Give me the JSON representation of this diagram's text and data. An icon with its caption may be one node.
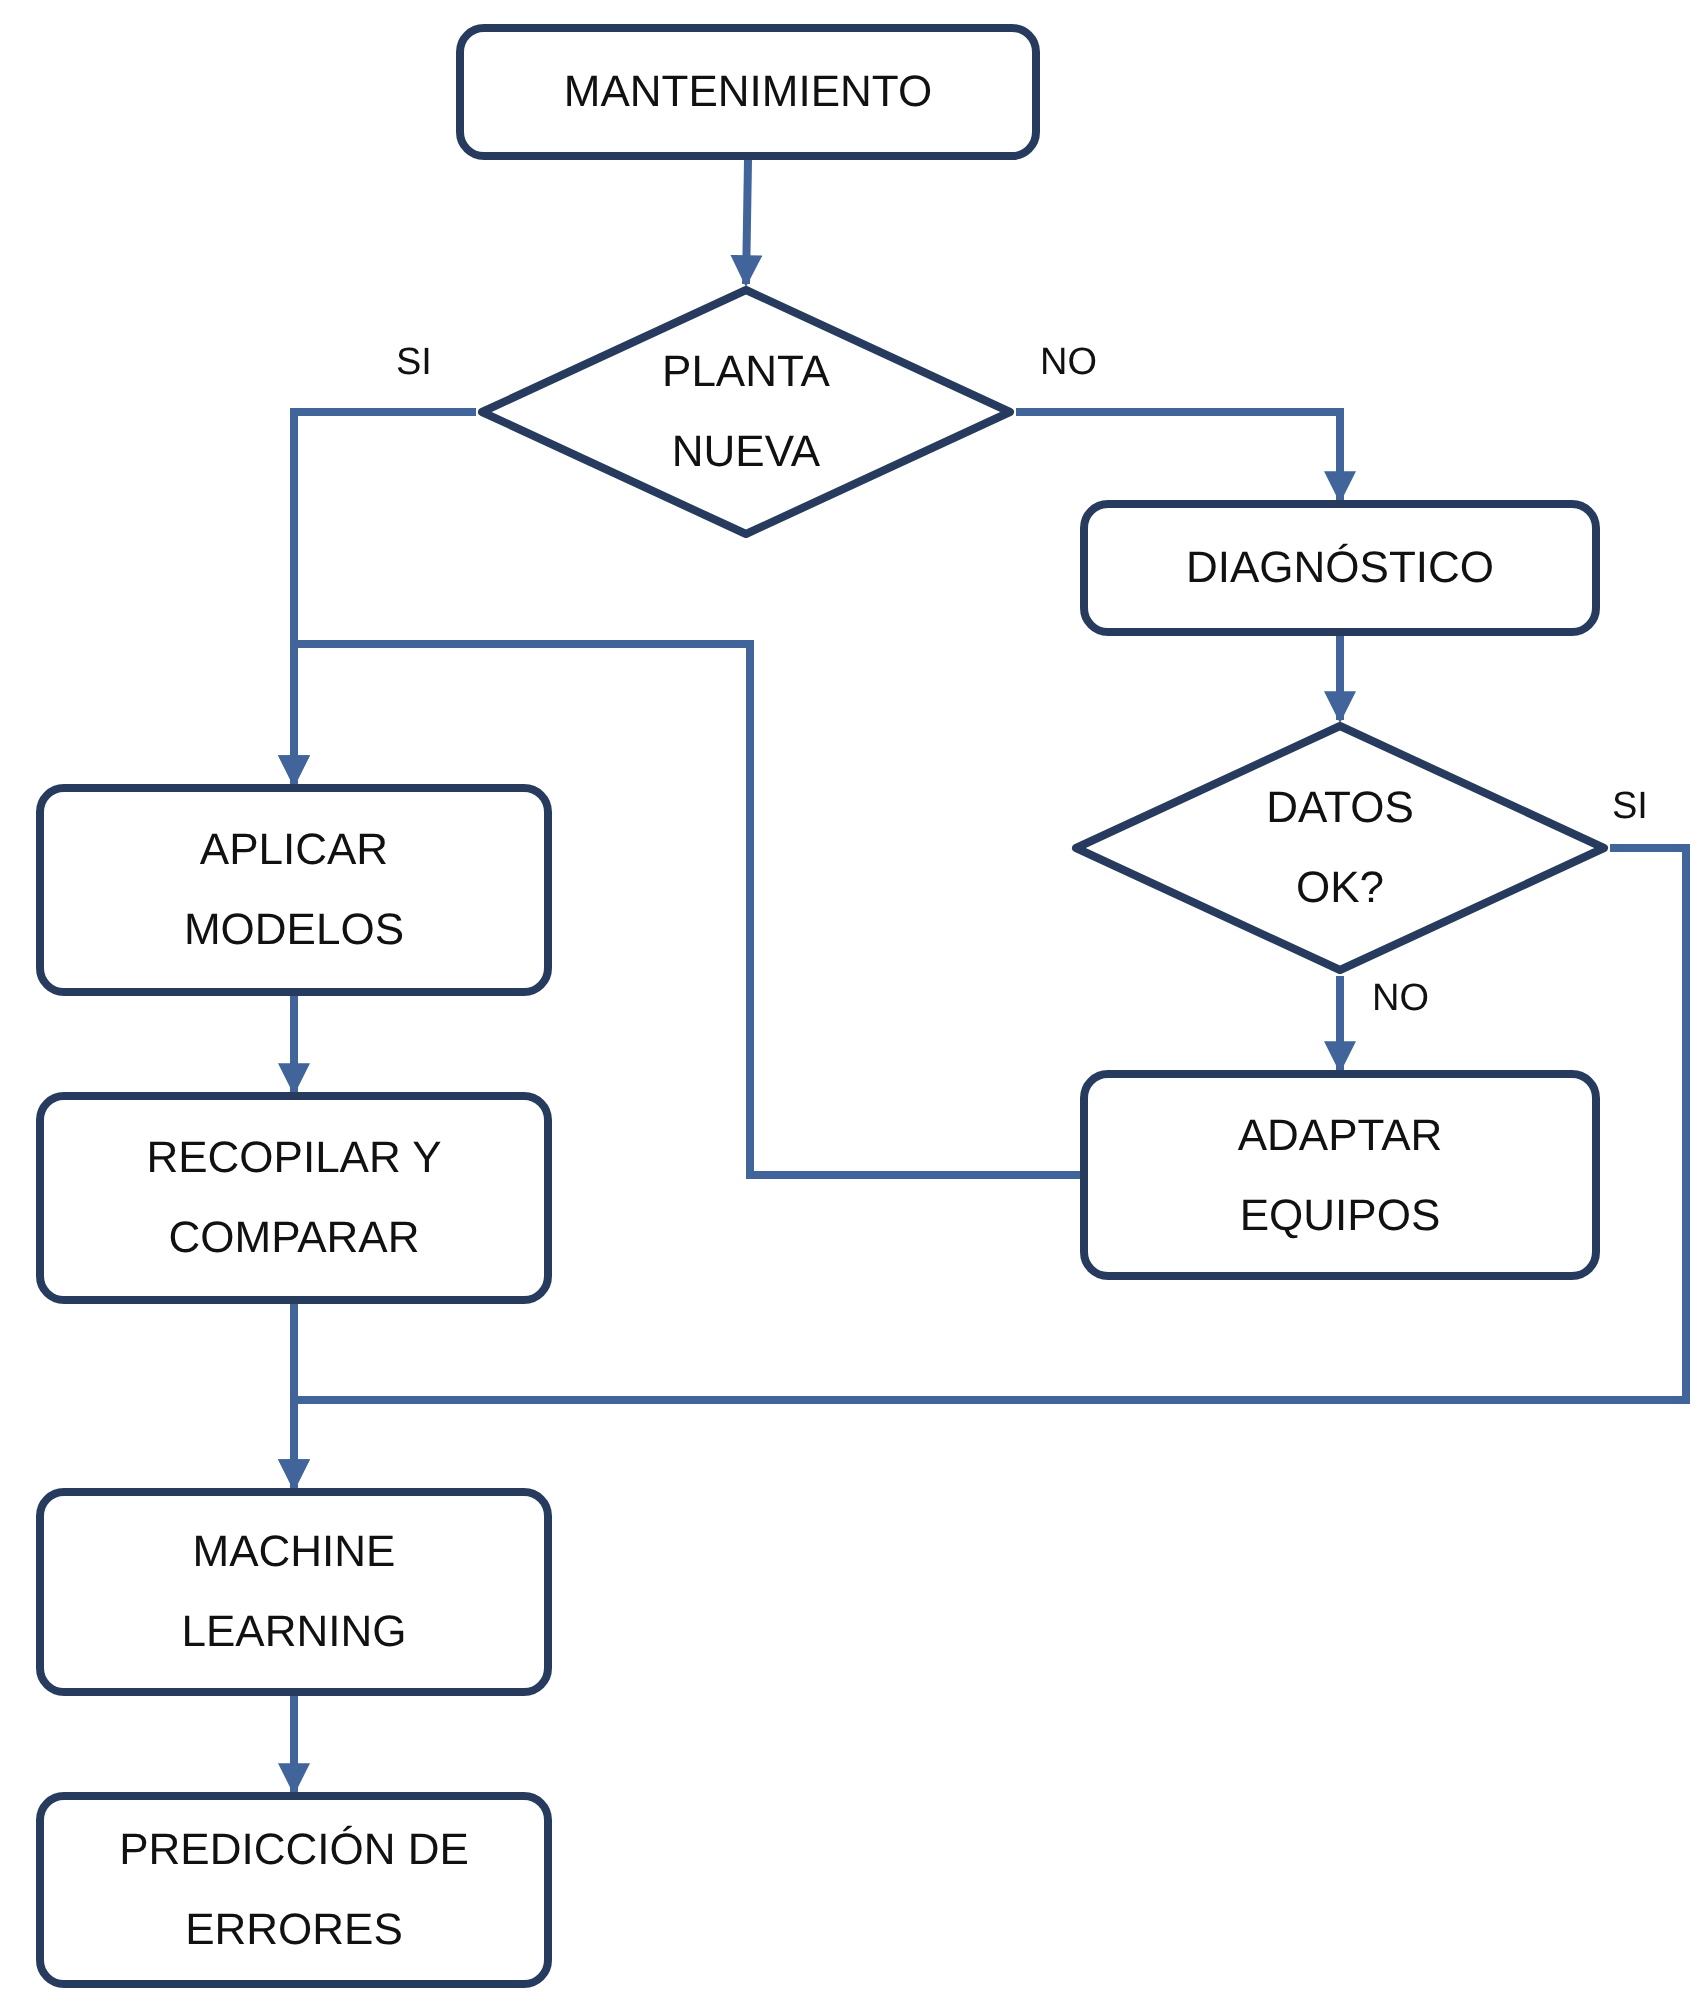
{
  "diagram": {
    "nodes": [
      {
        "text": [
          "MANTENIMIENTO"
        ]
      },
      {
        "text": [
          "PLANTA NUEVA"
        ]
      },
      {
        "text": [
          "DIAGNÓSTICO"
        ]
      },
      {
        "text": [
          "DATOS OK?"
        ]
      },
      {
        "text": [
          "ADAPTAR EQUIPOS"
        ]
      },
      {
        "text": [
          "APLICAR MODELOS"
        ]
      },
      {
        "text": [
          "RECOPILAR Y COMPARAR"
        ]
      },
      {
        "text": [
          "MACHINE LEARNING"
        ]
      },
      {
        "text": [
          "PREDICCIÓN DE ERRORES"
        ]
      }
    ],
    "edges": [
      {
        "from": 0,
        "to": 1,
        "arrow": "to"
      },
      {
        "from": 1,
        "to": 5,
        "arrow": "to",
        "label": "SI"
      },
      {
        "from": 1,
        "to": 2,
        "arrow": "to",
        "label": "NO"
      },
      {
        "from": 2,
        "to": 3,
        "arrow": "to"
      },
      {
        "from": 3,
        "to": 4,
        "arrow": "to",
        "label": "NO"
      },
      {
        "from": 4,
        "to": 5,
        "arrow": "to"
      },
      {
        "from": 3,
        "to": 7,
        "arrow": "to",
        "label": "SI"
      },
      {
        "from": 5,
        "to": 6,
        "arrow": "to"
      },
      {
        "from": 6,
        "to": 7,
        "arrow": "to"
      },
      {
        "from": 7,
        "to": 8,
        "arrow": "to"
      }
    ]
  }
}
